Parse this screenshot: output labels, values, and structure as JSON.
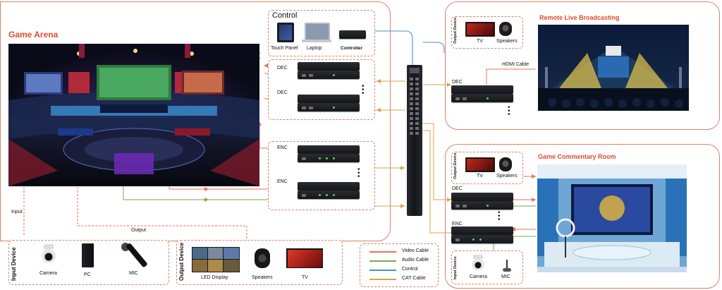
{
  "titles": {
    "game_arena": "Game Arena",
    "remote_live": "Remote Live Broadcasting",
    "commentary_room": "Game Commentary Room"
  },
  "control": {
    "title": "Control",
    "devices": [
      "Touch Panel",
      "Laptop",
      "Controller"
    ]
  },
  "arena_chain": {
    "dec1": "DEC",
    "dec2": "DEC",
    "enc1": "ENC",
    "enc2": "ENC"
  },
  "remote": {
    "output_device_label": "Output Device",
    "devices": [
      "TV",
      "Speakers"
    ],
    "dec": "DEC",
    "hdmi_cable": "HDMI Cable"
  },
  "commentary": {
    "output_device_label": "Output Device",
    "devices": [
      "TV",
      "Speakers"
    ],
    "dec": "DEC",
    "enc": "ENC",
    "input_device_label": "Input Device",
    "inputs": [
      "Camera",
      "MIC"
    ]
  },
  "bottom": {
    "input_label": "Input",
    "output_label": "Output",
    "input_device_label": "Input Device",
    "inputs": [
      "Camera",
      "PC",
      "MIC"
    ],
    "output_device_label": "Output Device",
    "outputs": [
      "LED Display",
      "Speakers",
      "TV"
    ]
  },
  "legend": [
    {
      "label": "Video Cable",
      "color": "#e8725a"
    },
    {
      "label": "Audio Cable",
      "color": "#7aa84a"
    },
    {
      "label": "Control",
      "color": "#4a8fd0"
    },
    {
      "label": "CAT Cable",
      "color": "#d8a24a"
    }
  ],
  "colors": {
    "accent": "#e24a2e",
    "panel_border": "#d9826a"
  }
}
